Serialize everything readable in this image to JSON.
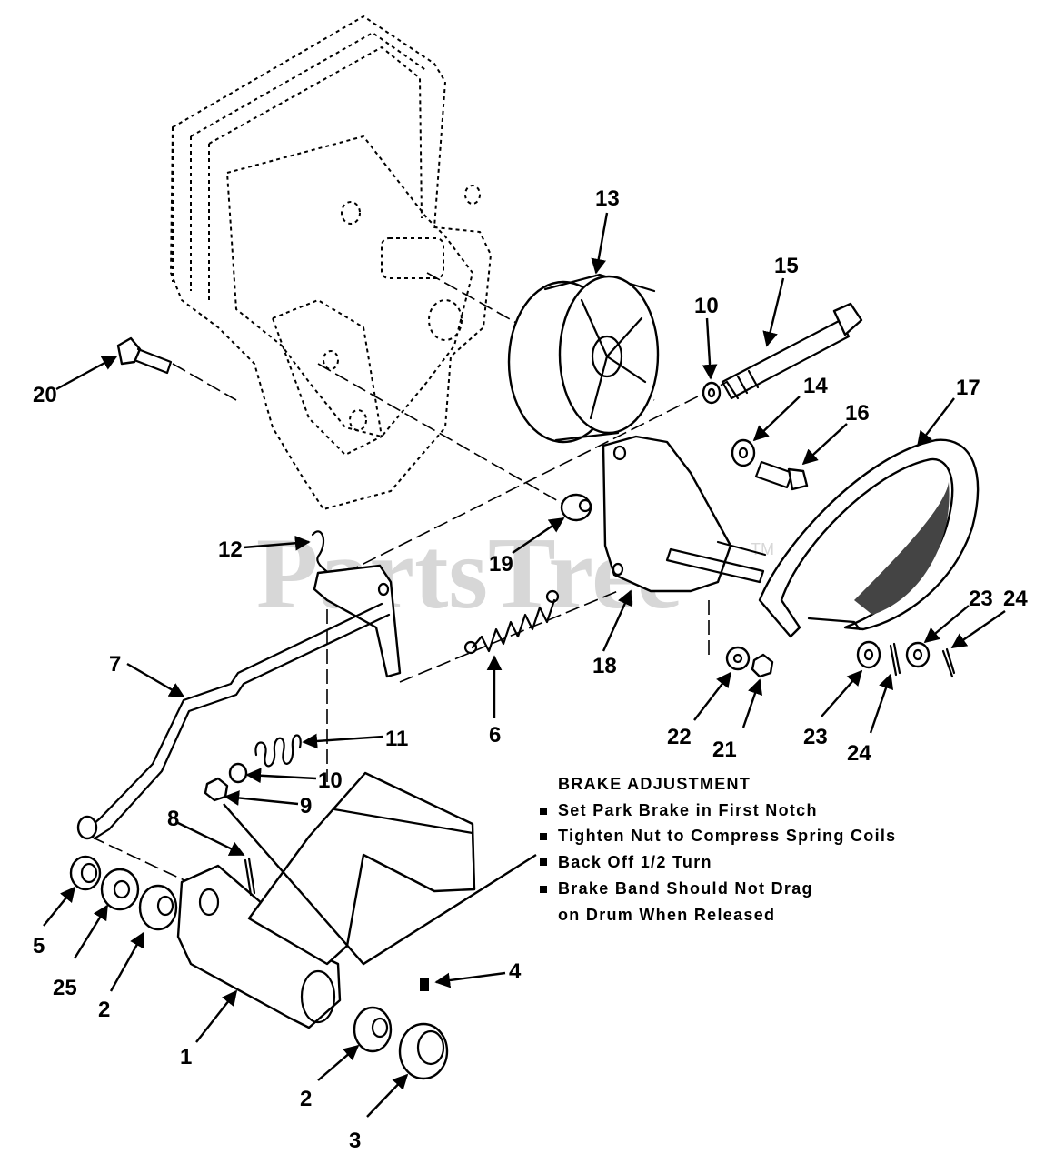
{
  "watermark": {
    "text": "PartsTree",
    "tm": "TM"
  },
  "callouts": [
    {
      "id": "c1",
      "label": "1"
    },
    {
      "id": "c2a",
      "label": "2"
    },
    {
      "id": "c2b",
      "label": "2"
    },
    {
      "id": "c3",
      "label": "3"
    },
    {
      "id": "c4",
      "label": "4"
    },
    {
      "id": "c5",
      "label": "5"
    },
    {
      "id": "c6",
      "label": "6"
    },
    {
      "id": "c7",
      "label": "7"
    },
    {
      "id": "c8",
      "label": "8"
    },
    {
      "id": "c9",
      "label": "9"
    },
    {
      "id": "c10a",
      "label": "10"
    },
    {
      "id": "c10b",
      "label": "10"
    },
    {
      "id": "c11",
      "label": "11"
    },
    {
      "id": "c12",
      "label": "12"
    },
    {
      "id": "c13",
      "label": "13"
    },
    {
      "id": "c14",
      "label": "14"
    },
    {
      "id": "c15",
      "label": "15"
    },
    {
      "id": "c16",
      "label": "16"
    },
    {
      "id": "c17",
      "label": "17"
    },
    {
      "id": "c18",
      "label": "18"
    },
    {
      "id": "c19",
      "label": "19"
    },
    {
      "id": "c20",
      "label": "20"
    },
    {
      "id": "c21",
      "label": "21"
    },
    {
      "id": "c22",
      "label": "22"
    },
    {
      "id": "c23a",
      "label": "23"
    },
    {
      "id": "c23b",
      "label": "23"
    },
    {
      "id": "c24a",
      "label": "24"
    },
    {
      "id": "c24b",
      "label": "24"
    },
    {
      "id": "c25",
      "label": "25"
    }
  ],
  "brake_adjustment": {
    "title": "BRAKE ADJUSTMENT",
    "steps": [
      "Set Park Brake in First Notch",
      "Tighten Nut to Compress Spring Coils",
      "Back Off 1/2 Turn",
      "Brake Band Should Not Drag",
      "on Drum When Released"
    ]
  }
}
